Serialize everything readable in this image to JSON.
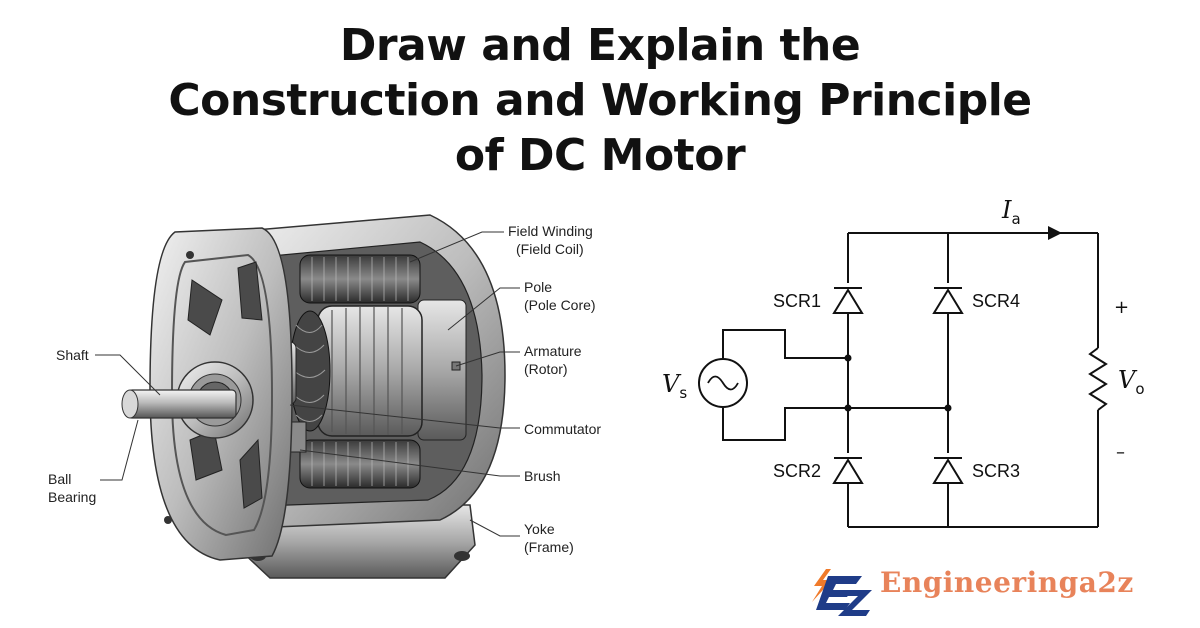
{
  "title": {
    "line1": "Draw and Explain the",
    "line2": "Construction and Working Principle",
    "line3": "of DC Motor"
  },
  "motor_labels": {
    "field_winding": "Field Winding",
    "field_coil": "(Field Coil)",
    "pole": "Pole",
    "pole_core": "(Pole Core)",
    "armature": "Armature",
    "rotor": "(Rotor)",
    "commutator": "Commutator",
    "brush": "Brush",
    "yoke": "Yoke",
    "frame": "(Frame)",
    "shaft": "Shaft",
    "ball": "Ball",
    "bearing": "Bearing"
  },
  "circuit": {
    "current_symbol": "I",
    "current_subscript": "a",
    "scr1": "SCR1",
    "scr2": "SCR2",
    "scr3": "SCR3",
    "scr4": "SCR4",
    "source_symbol": "V",
    "source_subscript": "s",
    "output_symbol": "V",
    "output_subscript": "o",
    "plus": "+",
    "minus": "–"
  },
  "brand": {
    "name": "Engineeringa2z"
  },
  "colors": {
    "brand": "#e8835a",
    "logo_blue": "#1f3c88",
    "logo_orange": "#f07a2a"
  }
}
